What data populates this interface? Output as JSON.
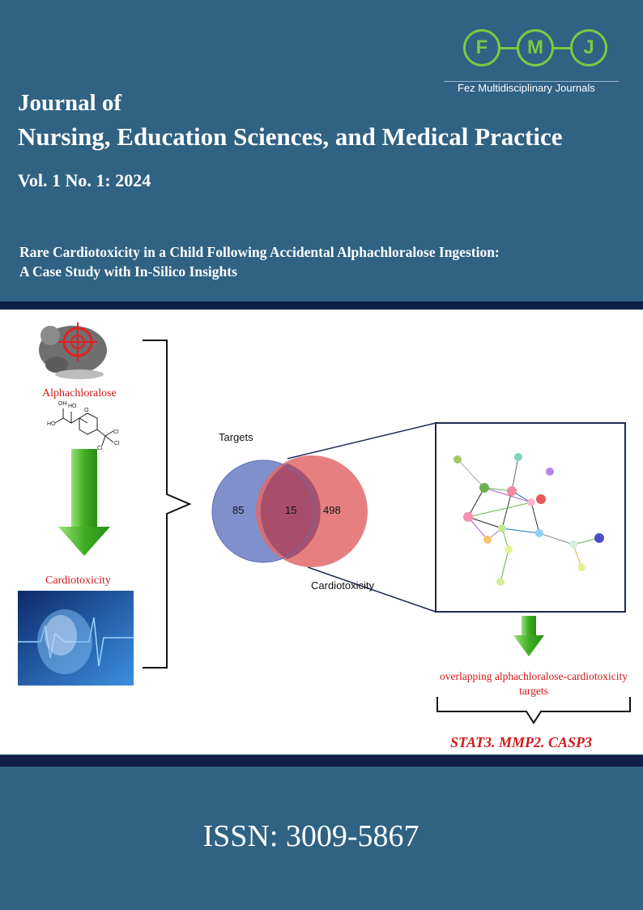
{
  "publisher": {
    "logo_letters": [
      "F",
      "M",
      "J"
    ],
    "name": "Fez Multidisciplinary Journals"
  },
  "journal": {
    "title_line1": "Journal of",
    "title_line2": "Nursing, Education Sciences, and Medical Practice",
    "volume": "Vol. 1 No. 1: 2024"
  },
  "article": {
    "title_line1": "Rare Cardiotoxicity in a Child Following Accidental Alphachloralose Ingestion:",
    "title_line2": "A Case Study with In-Silico Insights"
  },
  "graphical_abstract": {
    "compound_label": "Alphachloralose",
    "effect_label": "Cardiotoxicity",
    "venn": {
      "left_label": "Targets",
      "right_label": "Cardiotoxicity",
      "left_only": "85",
      "overlap": "15",
      "right_only": "498"
    },
    "overlap_caption_line1": "overlapping alphachloralose-cardiotoxicity",
    "overlap_caption_line2": "targets",
    "key_targets": "STAT3. MMP2. CASP3"
  },
  "issn": "ISSN: 3009-5867",
  "colors": {
    "cover_blue": "#2f6283",
    "navy_band": "#0f1f45",
    "logo_green": "#7ac943",
    "venn_blue": "#7184c8",
    "venn_red": "#e26a6a",
    "label_red": "#d01818"
  }
}
